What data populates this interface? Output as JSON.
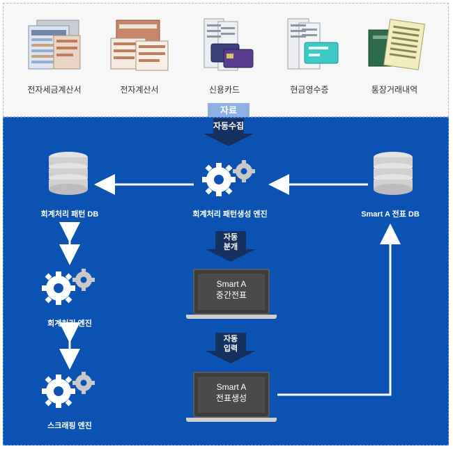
{
  "sources": [
    {
      "label": "전자세금계산서",
      "icon": "tax-invoice-documents-icon"
    },
    {
      "label": "전자계산서",
      "icon": "invoice-documents-icon"
    },
    {
      "label": "신용카드",
      "icon": "credit-card-receipts-icon"
    },
    {
      "label": "현금영수증",
      "icon": "cash-receipt-icon"
    },
    {
      "label": "통장거래내역",
      "icon": "bankbook-icon"
    }
  ],
  "tab_label": "자료",
  "arrows": {
    "collect": "자동수집",
    "classify": [
      "자동",
      "분개"
    ],
    "input": [
      "자동",
      "입력"
    ]
  },
  "nodes": {
    "pattern_db": "회계처리 패턴 DB",
    "pattern_engine": "회계처리 패턴생성 엔진",
    "voucher_db": "Smart A 전표 DB",
    "accounting_engine": "회계처리 엔진",
    "scraping_engine": "스크래핑 엔진"
  },
  "laptops": {
    "middle": [
      "Smart A",
      "중간전표"
    ],
    "bottom": [
      "Smart A",
      "전표생성"
    ]
  },
  "colors": {
    "background": "#0b52b3",
    "arrow_dark": "#16315f",
    "tab": "#8fb0e3",
    "database": "#d9d9d9",
    "gear": "#e6e6e6"
  }
}
